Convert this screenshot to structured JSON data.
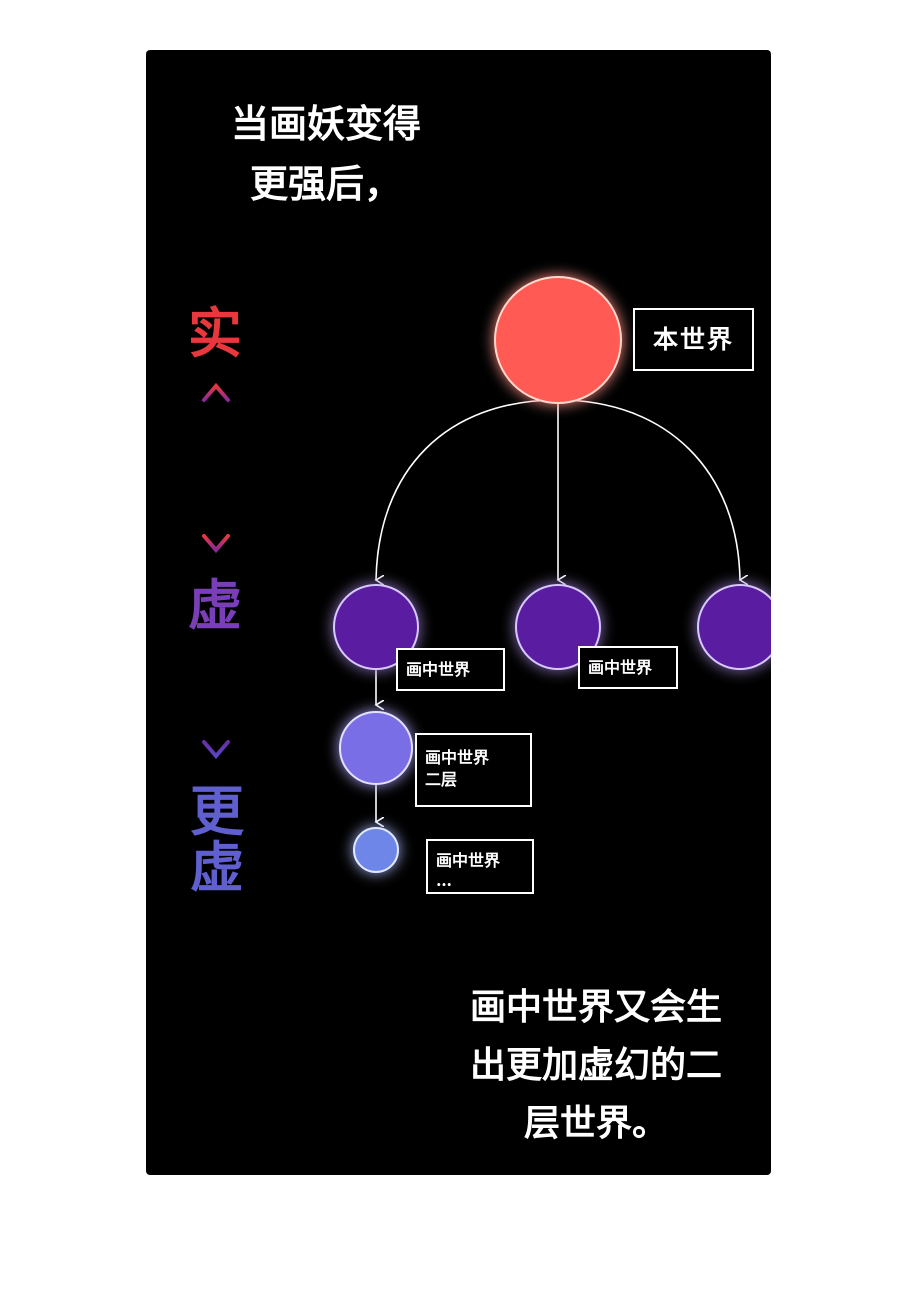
{
  "caption_top": {
    "line1": "当画妖变得",
    "line2": "更强后，"
  },
  "scale": {
    "real": "实",
    "virtual": "虚",
    "more_virtual_1": "更",
    "more_virtual_2": "虚"
  },
  "nodes": {
    "main_world": "本世界",
    "painted_world_a": "画中世界",
    "painted_world_b": "画中世界",
    "second_layer_line1": "画中世界",
    "second_layer_line2": "二层",
    "deeper_layer_line1": "画中世界",
    "deeper_layer_line2": "…"
  },
  "caption_bottom": {
    "line1": "画中世界又会生",
    "line2": "出更加虚幻的二",
    "line3": "层世界。"
  },
  "colors": {
    "main_node": "#ff5a52",
    "painted_node": "#5a1fa0",
    "second_node": "#7a6ee6",
    "deeper_node": "#6e86e8",
    "real_text": "#e8383e",
    "virtual_text": "#7a3fb8",
    "more_virtual_text": "#5f5fd0"
  }
}
